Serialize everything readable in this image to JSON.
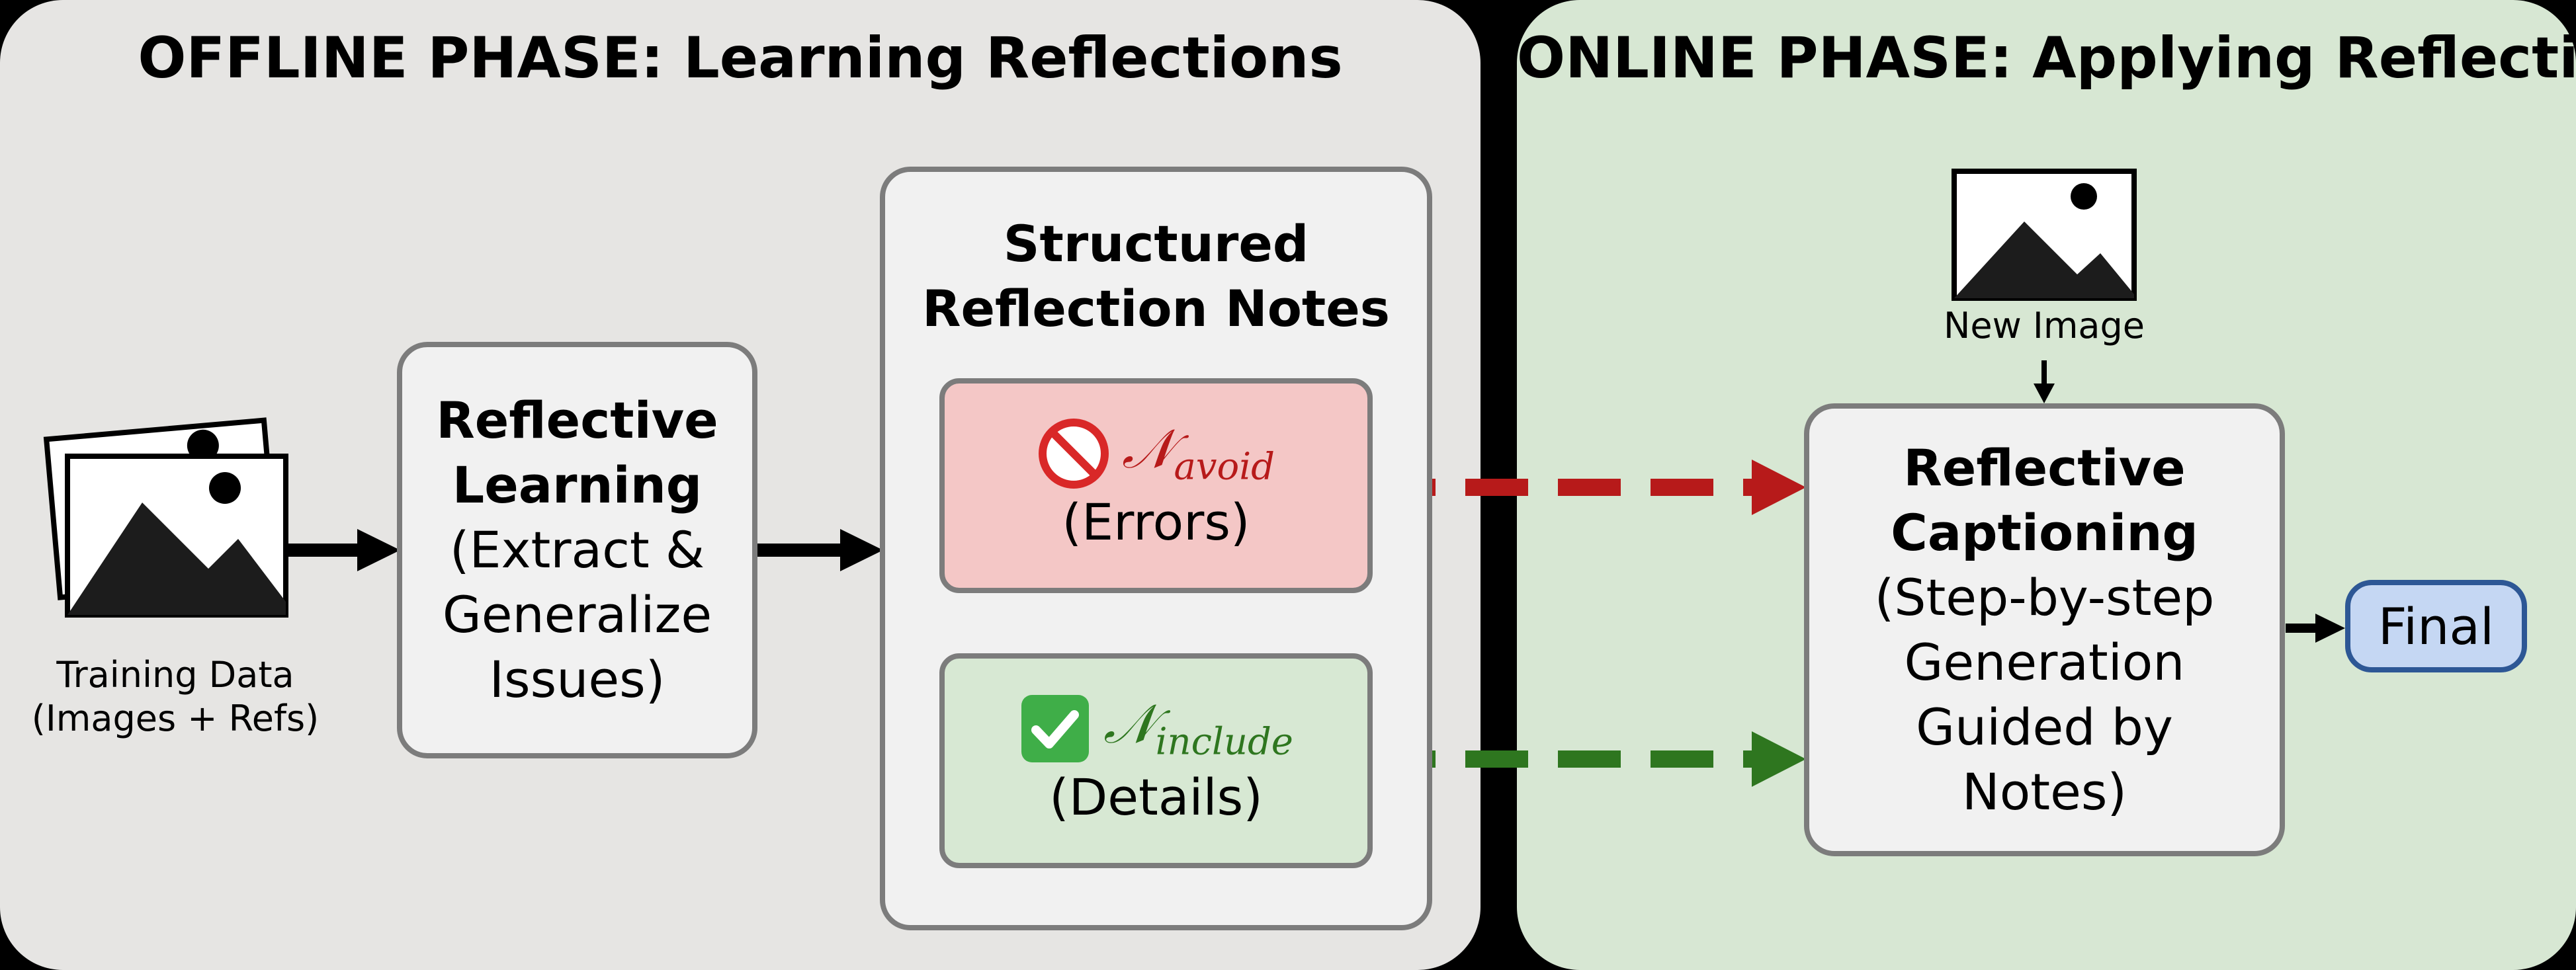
{
  "offline": {
    "title": "OFFLINE PHASE: Learning Reflections"
  },
  "online": {
    "title": "ONLINE PHASE: Applying Reflections"
  },
  "training": {
    "label": "Training Data",
    "sublabel": "(Images + Refs)"
  },
  "learning": {
    "title1": "Reflective",
    "title2": "Learning",
    "desc1": "(Extract &",
    "desc2": "Generalize",
    "desc3": "Issues)"
  },
  "notes": {
    "title1": "Structured",
    "title2": "Reflection Notes",
    "avoid": {
      "symbol": "𝒩",
      "subscript": "avoid",
      "desc": "(Errors)",
      "icon": "prohibited-icon"
    },
    "include": {
      "symbol": "𝒩",
      "subscript": "include",
      "desc": "(Details)",
      "icon": "check-mark-icon"
    }
  },
  "new_image": {
    "label": "New Image"
  },
  "captioning": {
    "title1": "Reflective",
    "title2": "Captioning",
    "desc1": "(Step-by-step",
    "desc2": "Generation",
    "desc3": "Guided by",
    "desc4": "Notes)"
  },
  "final": {
    "label": "Final"
  },
  "colors": {
    "offline_bg": "#e6e5e3",
    "online_bg": "#d7e7d3",
    "avoid_arrow": "#b71a1a",
    "include_arrow": "#2e761f",
    "final_fill": "#c5d7f3",
    "final_border": "#2d5795"
  }
}
